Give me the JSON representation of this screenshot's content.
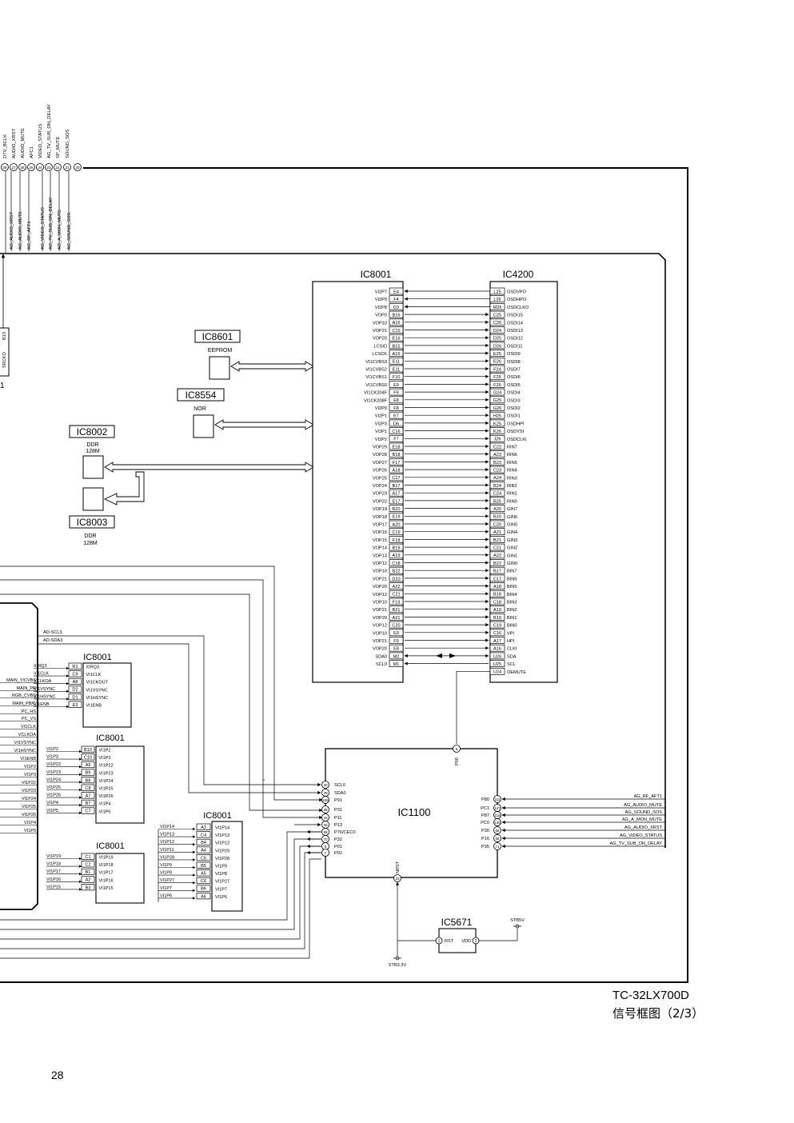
{
  "top_connector": {
    "pins": [
      "28",
      "27",
      "26",
      "25",
      "24",
      "23",
      "22",
      "21",
      "20"
    ],
    "signals_above": [
      "DTV_BCLK",
      "AUDIO_XRST",
      "AUDIO_MUTE",
      "AFC1",
      "VIDEO_STATUS",
      "AG_TV_SUB_ON_DELAY",
      "SP_MUTE",
      "SOUND_SOS"
    ],
    "signals_below": [
      "AG_AUDIO_XRST",
      "AG_AUDIO_MUTE",
      "AG_RF_AFT1",
      "AG_VIDEO_STATUS",
      "AG_TV_SUB_ON_DELAY",
      "AG_A_MON_MUTE",
      "AG_SOUND_SOS"
    ]
  },
  "left_fragment": {
    "pin_label": "SRCKO",
    "pin": "B13",
    "ref_suffix": "1"
  },
  "ic8601": {
    "name": "IC8601",
    "type": "EEPROM"
  },
  "ic8554": {
    "name": "IC8554",
    "type": "NOR"
  },
  "ic8002": {
    "name": "IC8002",
    "type1": "DDR",
    "type2": "128M"
  },
  "ic8003": {
    "name": "IC8003",
    "type1": "DDR",
    "type2": "128M"
  },
  "ic8001_main": {
    "name": "IC8001",
    "rows": [
      [
        "VI2P7",
        "E4"
      ],
      [
        "VI2P9",
        "F4"
      ],
      [
        "VI2P8",
        "D3"
      ],
      [
        "VOP0",
        "B16"
      ],
      [
        "VOP10",
        "A16"
      ],
      [
        "VOP21",
        "C15"
      ],
      [
        "VOP20",
        "E16"
      ],
      [
        "LCSID",
        "B15"
      ],
      [
        "LCSCK",
        "A15"
      ],
      [
        "VI1CVBS3",
        "E11"
      ],
      [
        "VI1CVBS2",
        "E11"
      ],
      [
        "VI1CVBS1",
        "F10"
      ],
      [
        "VI1CVBS0",
        "E9"
      ],
      [
        "VI1CK204F",
        "F9"
      ],
      [
        "VI1CK208F",
        "E8"
      ],
      [
        "VI2P0",
        "F8"
      ],
      [
        "VI2P1",
        "E7"
      ],
      [
        "VI2P3",
        "D6"
      ],
      [
        "VOP1",
        "C16"
      ],
      [
        "VI2P2",
        "F7"
      ],
      [
        "VOP29",
        "E18"
      ],
      [
        "VOP28",
        "B18"
      ],
      [
        "VOP27",
        "F17"
      ],
      [
        "VOP26",
        "A18"
      ],
      [
        "VOP25",
        "C17"
      ],
      [
        "VOP24",
        "B17"
      ],
      [
        "VOP23",
        "A17"
      ],
      [
        "VOP22",
        "E17"
      ],
      [
        "VOP19",
        "B20"
      ],
      [
        "VOP18",
        "E19"
      ],
      [
        "VOP17",
        "A20"
      ],
      [
        "VOP16",
        "C19"
      ],
      [
        "VOP15",
        "F18"
      ],
      [
        "VOP14",
        "B19"
      ],
      [
        "VOP13",
        "A19"
      ],
      [
        "VOP12",
        "C18"
      ],
      [
        "VOP10",
        "B22"
      ],
      [
        "VOP21",
        "D20"
      ],
      [
        "VOP20",
        "A22"
      ],
      [
        "VOP12",
        "C21"
      ],
      [
        "VOP10",
        "F19"
      ],
      [
        "VOP21",
        "B21"
      ],
      [
        "VOP20",
        "A21"
      ],
      [
        "VOP12",
        "C20"
      ],
      [
        "VOP10",
        "E9"
      ],
      [
        "VOP21",
        "F9"
      ],
      [
        "VOP20",
        "E8"
      ],
      [
        "SDA0",
        "M2"
      ],
      [
        "SCL0",
        "M1"
      ]
    ]
  },
  "ic4200": {
    "name": "IC4200",
    "rows": [
      [
        "L25",
        "OSDVPO"
      ],
      [
        "L26",
        "OSDHPO"
      ],
      [
        "M26",
        "OSDCLKO"
      ],
      [
        "C25",
        "OSDI15"
      ],
      [
        "C26",
        "OSDI14"
      ],
      [
        "D24",
        "OSDI13"
      ],
      [
        "D25",
        "OSDI12"
      ],
      [
        "D26",
        "OSDI11"
      ],
      [
        "E25",
        "OSDI9"
      ],
      [
        "E26",
        "OSDI8"
      ],
      [
        "F24",
        "OSDI7"
      ],
      [
        "F25",
        "OSDI6"
      ],
      [
        "F26",
        "OSDI5"
      ],
      [
        "G24",
        "OSDI4"
      ],
      [
        "G25",
        "OSDI3"
      ],
      [
        "G26",
        "OSDI2"
      ],
      [
        "H25",
        "OSDI1"
      ],
      [
        "K25",
        "OSDHPI"
      ],
      [
        "K26",
        "OSDYSI"
      ],
      [
        "J26",
        "OSDCLKI"
      ],
      [
        "C22",
        "RIN7"
      ],
      [
        "A23",
        "RIN6"
      ],
      [
        "B23",
        "RIN5"
      ],
      [
        "C23",
        "RIN4"
      ],
      [
        "A24",
        "RIN3"
      ],
      [
        "B24",
        "RIB2"
      ],
      [
        "C24",
        "RIN1"
      ],
      [
        "B25",
        "RIN0"
      ],
      [
        "A20",
        "GIN7"
      ],
      [
        "B20",
        "GIN6"
      ],
      [
        "C20",
        "GIN5"
      ],
      [
        "A21",
        "GIN4"
      ],
      [
        "B21",
        "GIN3"
      ],
      [
        "C21",
        "GIN2"
      ],
      [
        "A22",
        "GIN1"
      ],
      [
        "B22",
        "GIN0"
      ],
      [
        "B17",
        "BIN7"
      ],
      [
        "C17",
        "BIN6"
      ],
      [
        "A18",
        "BIN5"
      ],
      [
        "B18",
        "BIN4"
      ],
      [
        "C18",
        "BIN3"
      ],
      [
        "A19",
        "BIN2"
      ],
      [
        "B19",
        "BIN1"
      ],
      [
        "C19",
        "BIN0"
      ],
      [
        "C16",
        "VPI"
      ],
      [
        "A17",
        "HPI"
      ],
      [
        "A16",
        "CLKI"
      ],
      [
        "U26",
        "SDA"
      ],
      [
        "U25",
        "SCL"
      ],
      [
        "U24",
        "OEMUTE"
      ]
    ]
  },
  "ad_lines": [
    "AD-SCL3",
    "AD-SDA3"
  ],
  "ic8001_a": {
    "name": "IC8001",
    "outer": [
      "XIRQ3",
      "VI1CLK",
      "VCLKOA",
      "VI1VSYNC",
      "VI1HSYNC",
      "VI1ENB"
    ],
    "pins": [
      "R1",
      "C9",
      "A8",
      "D2",
      "D1",
      "E3"
    ],
    "inner": [
      "XIRQ3",
      "VI1CLK",
      "VI1CKOUT",
      "VI1VSYNC",
      "VI1HSYNC",
      "VI1ENB"
    ]
  },
  "ic8001_b": {
    "name": "IC8001",
    "outer": [
      "VI1P2",
      "VI1P3",
      "VI1P22",
      "VI1P23",
      "VI1P24",
      "VI1P25",
      "VI1P26",
      "VI1P4",
      "VI1P5"
    ],
    "pins": [
      "B10",
      "C10",
      "A9",
      "B9",
      "B8",
      "C8",
      "A7",
      "B7",
      "C7"
    ],
    "inner": [
      "VI1P2",
      "VI1P3",
      "VI1P22",
      "VI1P23",
      "VI1P24",
      "VI1P25",
      "VI1P26",
      "VI1P4",
      "VI1P5"
    ]
  },
  "ic8001_c": {
    "name": "IC8001",
    "outer": [
      "VI1P19",
      "VI1P18",
      "VI1P17",
      "VI1P16",
      "VI1P15"
    ],
    "pins": [
      "C1",
      "C2",
      "B1",
      "A2",
      "B3"
    ],
    "inner": [
      "VI1P19",
      "VI1P18",
      "VI1P17",
      "VI1P16",
      "VI1P15"
    ]
  },
  "ic8001_d": {
    "name": "IC8001",
    "outer": [
      "VI1P14",
      "VI1P13",
      "VI1P12",
      "VI1P11",
      "VI1P28",
      "VI1P9",
      "VI1P8",
      "VI1P27",
      "VI1P7",
      "VI1P6"
    ],
    "pins": [
      "A3",
      "C4",
      "B4",
      "A4",
      "C5",
      "B5",
      "A5",
      "C6",
      "B6",
      "A6"
    ],
    "inner": [
      "VI1P14",
      "VI1P13",
      "VI1P12",
      "VI1P29",
      "VI1P28",
      "VI1P9",
      "VI1P8",
      "VI1P27",
      "VI1P7",
      "VI1P6"
    ]
  },
  "left_block": {
    "labels": [
      "MAIN_Y/CVBS",
      "MAIN_PR",
      "RGB_CVBS",
      "MAIN_PB/C",
      "PC_HS",
      "PC_VS",
      "VI1CLK",
      "VCLKOA",
      "VI1VSYNC",
      "VI1HSYNC",
      "VI1ENB",
      "VI1P2",
      "VI1P3",
      "VI1P22",
      "VI1P23",
      "VI1P24",
      "VI1P25",
      "VI1P26",
      "VI1P4",
      "VI1P5"
    ]
  },
  "ic1100": {
    "name": "IC1100",
    "top_pin": "5",
    "top_label": "P00",
    "bottom_pin": "23",
    "bottom_label": "NRST",
    "left": [
      [
        "40",
        "SCL0"
      ],
      [
        "39",
        "SDA0"
      ],
      [
        "106",
        "P91"
      ],
      [
        "28",
        "P31"
      ],
      [
        "33",
        "P11"
      ],
      [
        "30",
        "P13"
      ],
      [
        "95",
        "P76/CEC0"
      ],
      [
        "70",
        "P32"
      ],
      [
        "6",
        "P01"
      ],
      [
        "7",
        "P02"
      ]
    ],
    "right": [
      [
        "P80",
        "111"
      ],
      [
        "PC1",
        "127"
      ],
      [
        "P87",
        "118"
      ],
      [
        "PC0",
        "126"
      ],
      [
        "P30",
        "68"
      ],
      [
        "P16",
        "58"
      ],
      [
        "P35",
        "71"
      ]
    ]
  },
  "ag_signals": [
    "AG_RF_AFT1",
    "AG_AUDIO_MUTE",
    "AG_SOUND_SOS",
    "AG_A_MON_MUTE",
    "AG_AUDIO_XRST",
    "AG_VIDEO_STATUS",
    "AG_TV_SUB_ON_DELAY"
  ],
  "ic5671": {
    "name": "IC5671",
    "pin1": "1",
    "pin1_label": "RST",
    "pin2": "2",
    "pin2_label": "VDD"
  },
  "power": {
    "stb5v": "STB5V",
    "stb33v": "STB3.3V"
  },
  "footer": {
    "model": "TC-32LX700D",
    "title": "信号框图（2/3）",
    "page": "28"
  }
}
